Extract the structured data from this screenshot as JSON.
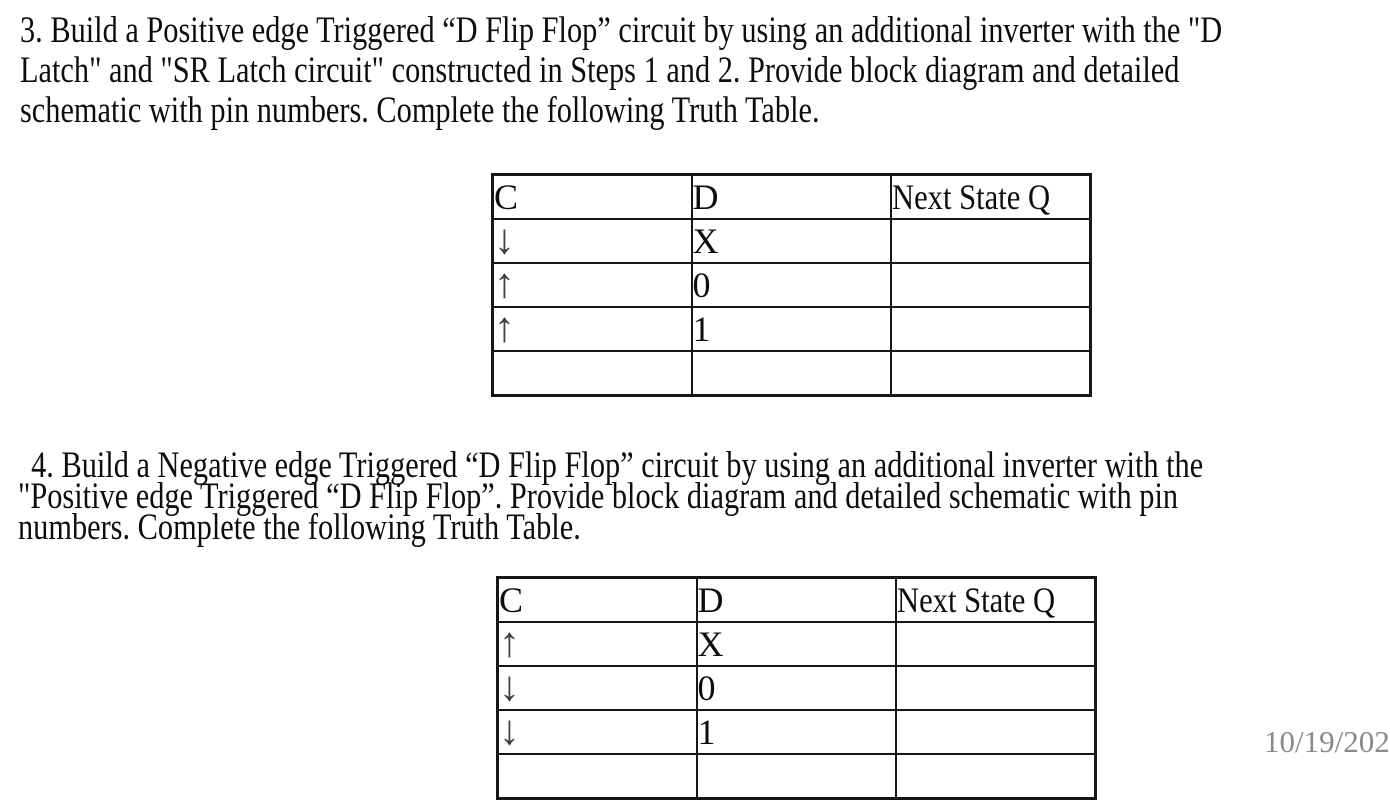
{
  "page": {
    "background_color": "#ffffff",
    "text_color": "#0d0d0d",
    "border_color": "#161616",
    "date_color": "#8a8a8a"
  },
  "problem3": {
    "lines": [
      "3. Build a Positive edge Triggered “D Flip Flop” circuit by using an additional inverter with the \"D",
      "Latch\"  and \"SR Latch circuit\" constructed in Steps 1 and 2. Provide block diagram and detailed",
      "schematic with pin numbers. Complete the following Truth Table."
    ]
  },
  "problem4": {
    "lines": [
      "4. Build a Negative edge Triggered “D Flip Flop” circuit by using an additional inverter with the",
      "\"Positive edge Triggered “D Flip Flop”. Provide block diagram and detailed schematic with pin",
      "numbers. Complete the following Truth Table."
    ]
  },
  "truth_table_3": {
    "headers": [
      "C",
      "D",
      "Next State Q"
    ],
    "rows": [
      [
        "↓",
        "X",
        ""
      ],
      [
        "↑",
        "0",
        ""
      ],
      [
        "↑",
        "1",
        ""
      ],
      [
        "",
        "",
        ""
      ]
    ]
  },
  "truth_table_4": {
    "headers": [
      "C",
      "D",
      "Next State Q"
    ],
    "rows": [
      [
        "↑",
        "X",
        ""
      ],
      [
        "↓",
        "0",
        ""
      ],
      [
        "↓",
        "1",
        ""
      ],
      [
        "",
        "",
        ""
      ]
    ]
  },
  "footer": {
    "date": "10/19/202"
  }
}
